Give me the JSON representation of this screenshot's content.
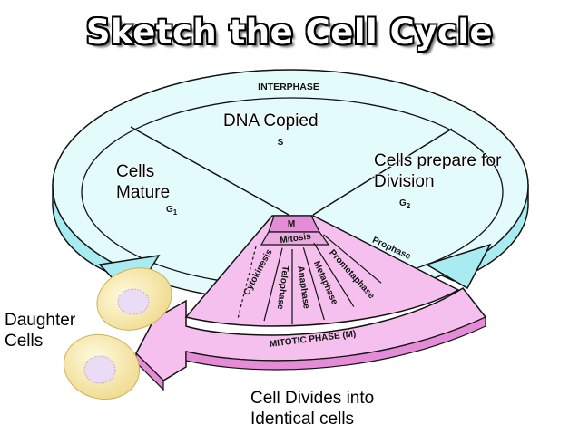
{
  "title": "Sketch the Cell Cycle",
  "diagram": {
    "interphase_label": "INTERPHASE",
    "s_phase": {
      "code": "S",
      "annotation": "DNA Copied"
    },
    "g1_phase": {
      "code": "G1",
      "annotation": "Cells\nMature"
    },
    "g2_phase": {
      "code": "G2",
      "annotation": "Cells prepare for\nDivision"
    },
    "m_code": "M",
    "mitosis_label": "Mitosis",
    "mitosis_stages": [
      "Prophase",
      "Prometaphase",
      "Metaphase",
      "Anaphase",
      "Telophase",
      "Cytokinesis"
    ],
    "mitotic_phase_label": "MITOTIC PHASE (M)",
    "daughter_cells_annotation": "Daughter\nCells",
    "divides_annotation": "Cell Divides into\nIdentical cells"
  },
  "colors": {
    "interphase_fill": "#e4fbfc",
    "interphase_side": "#a8ecf2",
    "mitotic_fill": "#f6c0ee",
    "mitotic_dark": "#e58cd8",
    "cell_fill": "#fbf0b8",
    "nucleus_fill": "#e9dcf4"
  }
}
